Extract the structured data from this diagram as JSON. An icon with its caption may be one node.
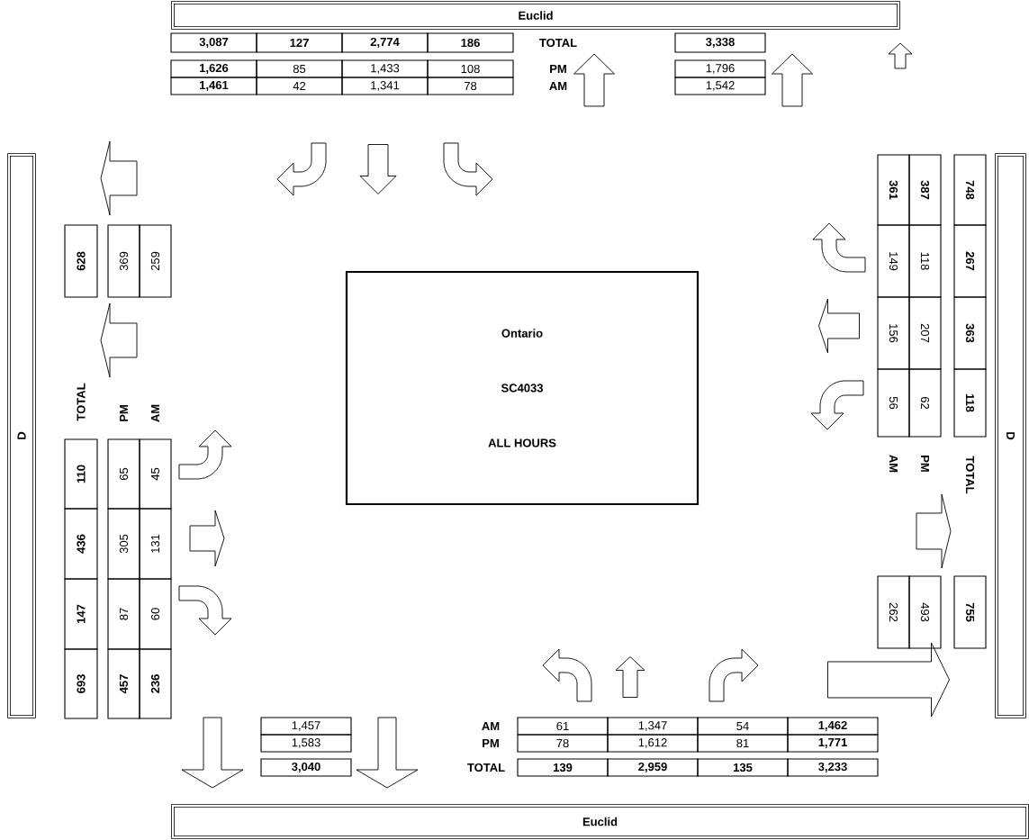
{
  "diagram": {
    "nodes": [
      {
        "text": [
          "Euclid"
        ]
      },
      {
        "text": [
          "D"
        ]
      },
      {
        "text": [
          "Ontario",
          "SC4033",
          "ALL HOURS"
        ]
      },
      {
        "text": [
          "D"
        ]
      },
      {
        "text": [
          "Euclid"
        ]
      }
    ],
    "labels": [
      "3,087",
      "127",
      "2,774",
      "186",
      "TOTAL",
      "3,338",
      "1,626",
      "85",
      "1,433",
      "108",
      "PM",
      "1,796",
      "1,461",
      "42",
      "1,341",
      "78",
      "AM",
      "1,542",
      "628",
      "369",
      "259",
      "TOTAL",
      "PM",
      "AM",
      "110",
      "65",
      "45",
      "436",
      "305",
      "131",
      "147",
      "87",
      "60",
      "693",
      "457",
      "236",
      "361",
      "387",
      "748",
      "149",
      "118",
      "267",
      "156",
      "207",
      "363",
      "56",
      "62",
      "118",
      "AM",
      "PM",
      "TOTAL",
      "262",
      "493",
      "755",
      "1,457",
      "AM",
      "61",
      "1,347",
      "54",
      "1,462",
      "1,583",
      "PM",
      "78",
      "1,612",
      "81",
      "1,771",
      "3,040",
      "TOTAL",
      "139",
      "2,959",
      "135",
      "3,233"
    ]
  }
}
